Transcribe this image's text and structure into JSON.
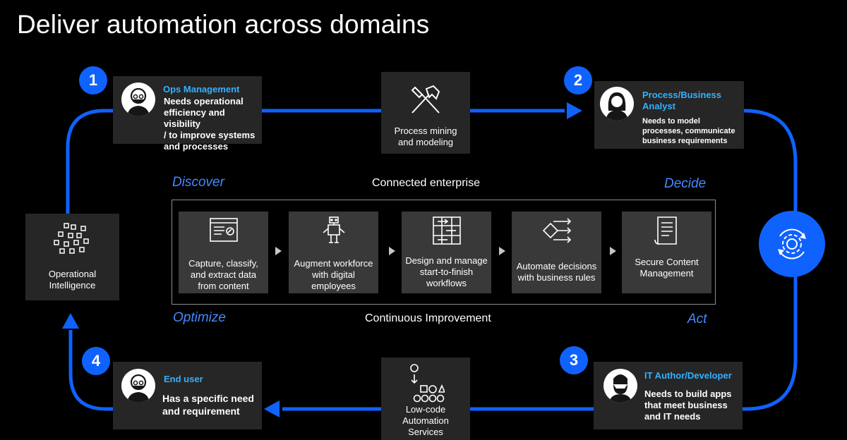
{
  "title": "Deliver automation across domains",
  "personas": [
    {
      "number": "1",
      "name": "Ops Management",
      "desc": [
        "Needs operational",
        "efficiency and visibility",
        "/ to improve systems",
        "and processes"
      ]
    },
    {
      "number": "2",
      "name": [
        "Process/Business",
        "Analyst"
      ],
      "desc": [
        "Needs to model",
        "processes, communicate",
        "business requirements"
      ]
    },
    {
      "number": "3",
      "name": "IT Author/Developer",
      "desc": [
        "Needs to build apps",
        "that meet business",
        "and IT needs"
      ]
    },
    {
      "number": "4",
      "name": "End user",
      "desc": [
        "Has a specific need",
        "and requirement"
      ]
    }
  ],
  "tiles": {
    "process_mining": [
      "Process mining",
      "and modeling"
    ],
    "low_code": [
      "Low-code",
      "Automation",
      "Services"
    ],
    "operational_intelligence": [
      "Operational",
      "Intelligence"
    ]
  },
  "phases": {
    "discover": "Discover",
    "decide": "Decide",
    "optimize": "Optimize",
    "act": "Act"
  },
  "center": {
    "top": "Connected enterprise",
    "bottom": "Continuous Improvement"
  },
  "steps": [
    {
      "label": [
        "Capture, classify,",
        "and extract data",
        "from content"
      ],
      "icon": "document-scan-icon"
    },
    {
      "label": [
        "Augment workforce",
        "with digital",
        "employees"
      ],
      "icon": "robot-icon"
    },
    {
      "label": [
        "Design and manage",
        "start-to-finish",
        "workflows"
      ],
      "icon": "workflow-icon"
    },
    {
      "label": [
        "Automate decisions",
        "with business rules"
      ],
      "icon": "decision-icon"
    },
    {
      "label": [
        "Secure Content",
        "Management"
      ],
      "icon": "content-scroll-icon"
    }
  ],
  "colors": {
    "accent": "#0f62fe",
    "persona_name": "#33b1ff",
    "phase": "#4589ff",
    "box": "#262626",
    "step": "#393939"
  }
}
